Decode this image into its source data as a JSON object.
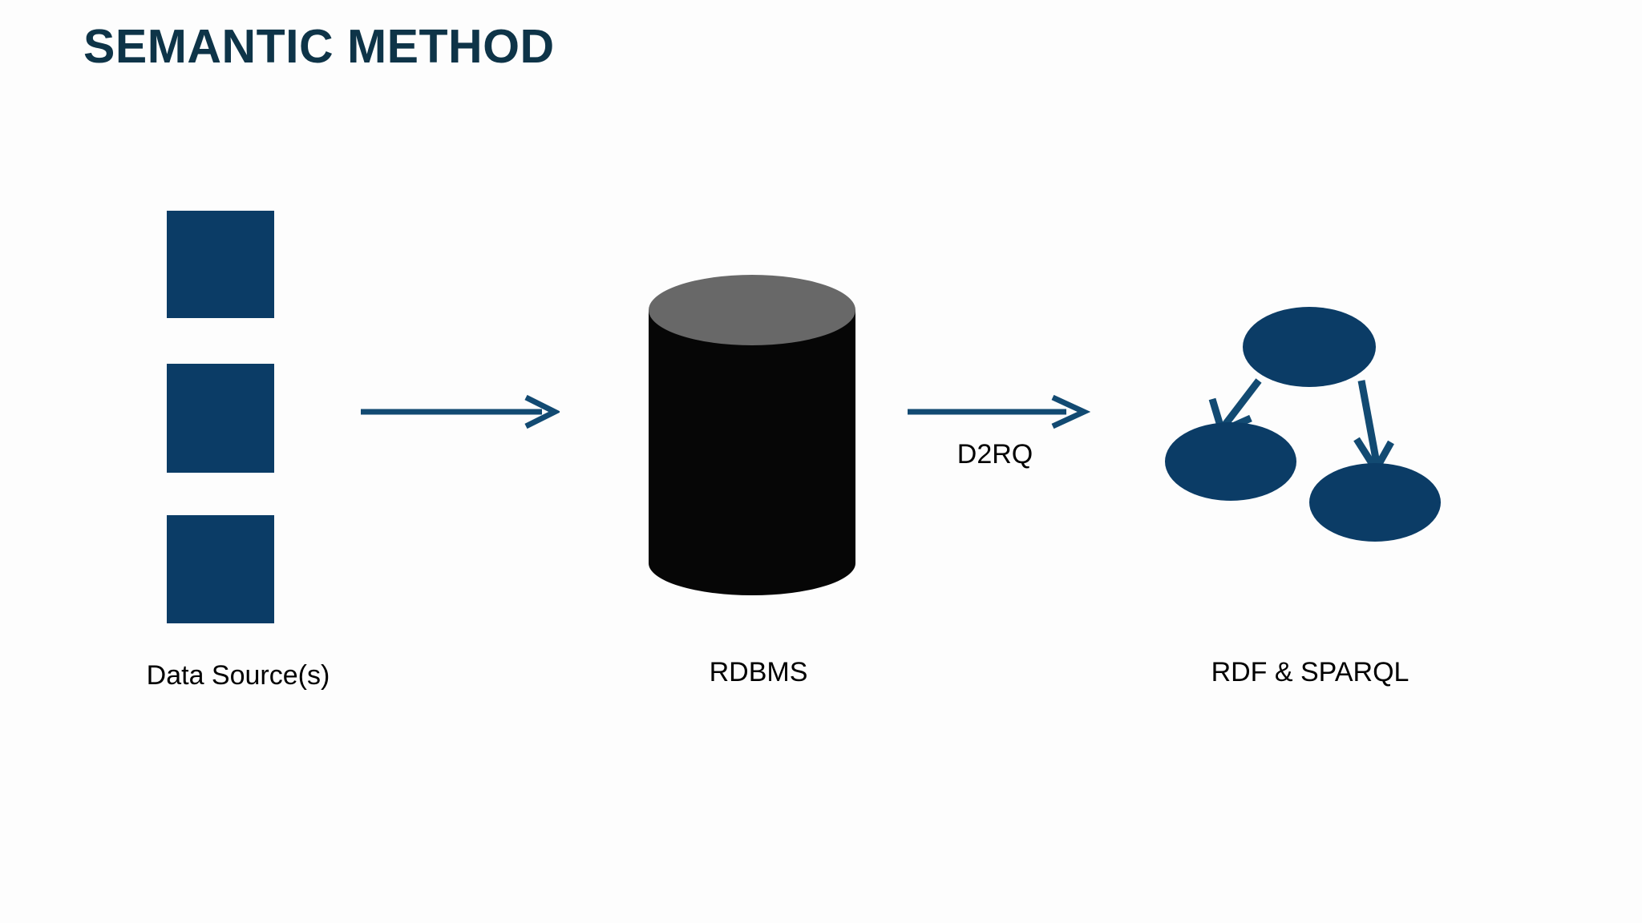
{
  "slide": {
    "title": "SEMANTIC METHOD",
    "background_color": "#fdfdfd",
    "title_color": "#0e3448",
    "accent_blue": "#0b3c66",
    "arrow_color": "#124a72",
    "cylinder_body_color": "#060606",
    "cylinder_top_color": "#686868",
    "caption_color": "#000000"
  },
  "stages": {
    "data_source": {
      "caption": "Data Source(s)",
      "block_count": 3
    },
    "rdbms": {
      "caption": "RDBMS"
    },
    "rdf": {
      "caption": "RDF & SPARQL",
      "node_count": 3
    }
  },
  "connectors": {
    "arrow_1_label": "",
    "arrow_2_label": "D2RQ"
  }
}
